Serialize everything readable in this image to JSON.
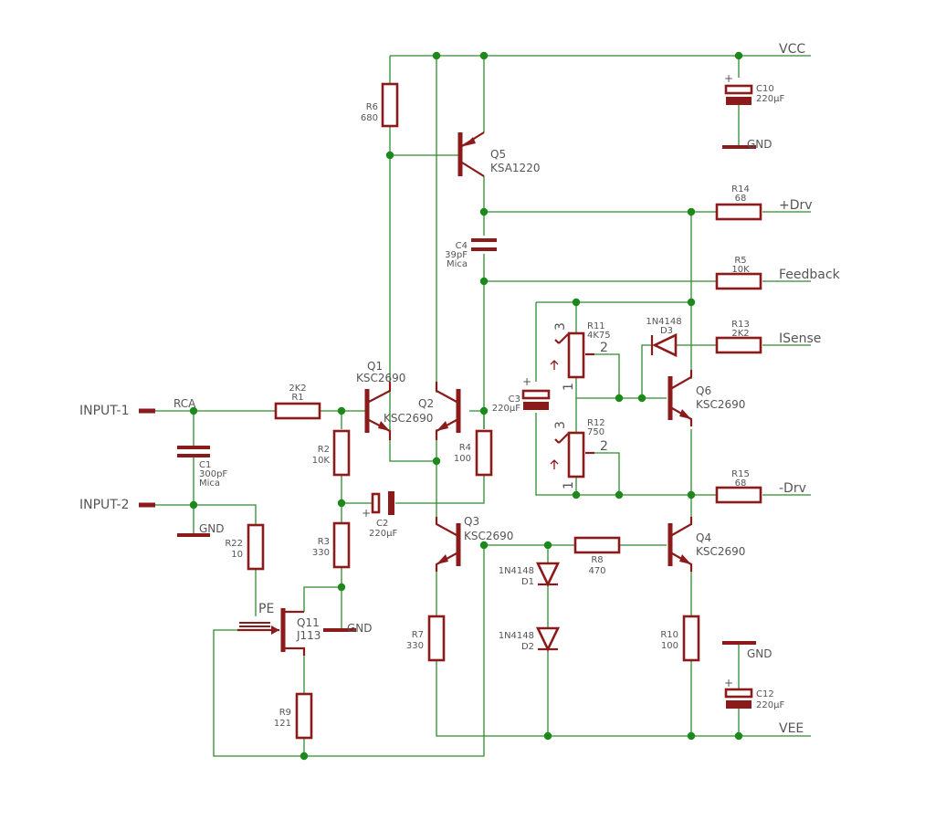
{
  "nets": {
    "vcc": "VCC",
    "vee": "VEE",
    "gnd": "GND",
    "drv_pos": "+Drv",
    "drv_neg": "-Drv",
    "feedback": "Feedback",
    "isense": "ISense",
    "input1": "INPUT-1",
    "input2": "INPUT-2",
    "rca": "RCA",
    "pe": "PE"
  },
  "resistors": {
    "r1": {
      "ref": "R1",
      "value": "2K2"
    },
    "r2": {
      "ref": "R2",
      "value": "10K"
    },
    "r3": {
      "ref": "R3",
      "value": "330"
    },
    "r4": {
      "ref": "R4",
      "value": "100"
    },
    "r5": {
      "ref": "R5",
      "value": "10K"
    },
    "r6": {
      "ref": "R6",
      "value": "680"
    },
    "r7": {
      "ref": "R7",
      "value": "330"
    },
    "r8": {
      "ref": "R8",
      "value": "470"
    },
    "r9": {
      "ref": "R9",
      "value": "121"
    },
    "r10": {
      "ref": "R10",
      "value": "100"
    },
    "r11": {
      "ref": "R11",
      "value": "4K75"
    },
    "r12": {
      "ref": "R12",
      "value": "750"
    },
    "r13": {
      "ref": "R13",
      "value": "2K2"
    },
    "r14": {
      "ref": "R14",
      "value": "68"
    },
    "r15": {
      "ref": "R15",
      "value": "68"
    },
    "r22": {
      "ref": "R22",
      "value": "10"
    }
  },
  "capacitors": {
    "c1": {
      "ref": "C1",
      "value": "300pF",
      "note": "Mica"
    },
    "c2": {
      "ref": "C2",
      "value": "220µF"
    },
    "c3": {
      "ref": "C3",
      "value": "220µF"
    },
    "c4": {
      "ref": "C4",
      "value": "39pF",
      "note": "Mica"
    },
    "c10": {
      "ref": "C10",
      "value": "220µF"
    },
    "c12": {
      "ref": "C12",
      "value": "220µF"
    }
  },
  "transistors": {
    "q1": {
      "ref": "Q1",
      "part": "KSC2690"
    },
    "q2": {
      "ref": "Q2",
      "part": "KSC2690"
    },
    "q3": {
      "ref": "Q3",
      "part": "KSC2690"
    },
    "q4": {
      "ref": "Q4",
      "part": "KSC2690"
    },
    "q5": {
      "ref": "Q5",
      "part": "KSA1220"
    },
    "q6": {
      "ref": "Q6",
      "part": "KSC2690"
    },
    "q11": {
      "ref": "Q11",
      "part": "J113"
    }
  },
  "diodes": {
    "d1": {
      "ref": "D1",
      "part": "1N4148"
    },
    "d2": {
      "ref": "D2",
      "part": "1N4148"
    },
    "d3": {
      "ref": "D3",
      "part": "1N4148"
    }
  },
  "pot_pins": {
    "one": "1",
    "two": "2",
    "three": "3"
  },
  "polarity": "+",
  "colors": {
    "wire": "#2e8b2e",
    "part": "#8b1a1a",
    "junction": "#1b8a1b",
    "label": "#555555"
  }
}
